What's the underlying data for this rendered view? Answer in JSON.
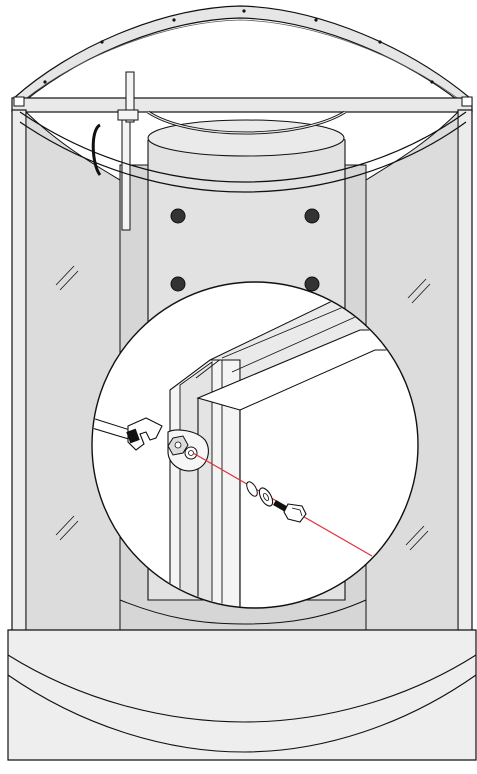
{
  "diagram": {
    "subject": "shower-cabin-assembly",
    "colors": {
      "line": "#111111",
      "glass": "#dcdcdc",
      "glass_light": "#eeeeee",
      "body": "#e6e6e6",
      "detail_bg": "#ffffff",
      "profile": "#cfcfcf",
      "guide_line": "#e0303a"
    },
    "detail_parts": [
      "wrench-icon",
      "nut",
      "flat-washer",
      "spring-washer",
      "bolt"
    ]
  }
}
